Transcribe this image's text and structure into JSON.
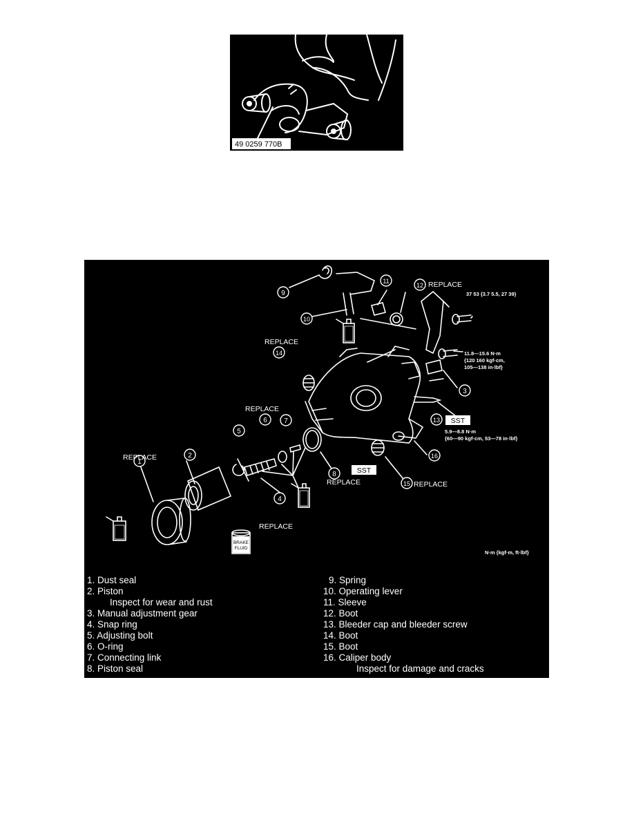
{
  "top_figure": {
    "tool_label": "49 0259 770B"
  },
  "main_figure": {
    "callouts": {
      "c1": "1",
      "c2": "2",
      "c3": "3",
      "c4": "4",
      "c5": "5",
      "c6": "6",
      "c7": "7",
      "c8": "8",
      "c9": "9",
      "c10": "10",
      "c11": "11",
      "c12": "12",
      "c13": "13",
      "c14": "14",
      "c15": "15",
      "c16": "16"
    },
    "labels": {
      "replace_12": "REPLACE",
      "replace_14": "REPLACE",
      "replace_6": "REPLACE",
      "replace_1": "REPLACE",
      "replace_8": "REPLACE",
      "replace_4": "REPLACE",
      "replace_15": "REPLACE",
      "sst_13": "SST",
      "sst_8": "SST",
      "brake_fluid_1": "BRAKE",
      "brake_fluid_2": "FLUID"
    },
    "torque": {
      "t1": "37    53 {3.7    5.5, 27    39}",
      "t2_a": "11.8—15.6 N·m",
      "t2_b": "{120    160 kgf·cm,",
      "t2_c": "105—138 in·lbf}",
      "t3_a": "5.9—8.8 N·m",
      "t3_b": "{60—90 kgf·cm, 53—78 in·lbf}",
      "units": "N·m {kgf·m, ft·lbf}"
    },
    "legend_left": [
      "1.  Dust seal",
      "2.  Piston",
      "Inspect for wear and rust",
      "3.  Manual adjustment gear",
      "4.  Snap ring",
      "5.  Adjusting bolt",
      "6.  O-ring",
      "7.  Connecting link",
      "8.  Piston seal"
    ],
    "legend_right": [
      "9.  Spring",
      "10.  Operating lever",
      "11.  Sleeve",
      "12.  Boot",
      "13.  Bleeder cap and bleeder screw",
      "14.  Boot",
      "15.  Boot",
      "16.  Caliper body",
      "Inspect for damage and cracks"
    ]
  }
}
